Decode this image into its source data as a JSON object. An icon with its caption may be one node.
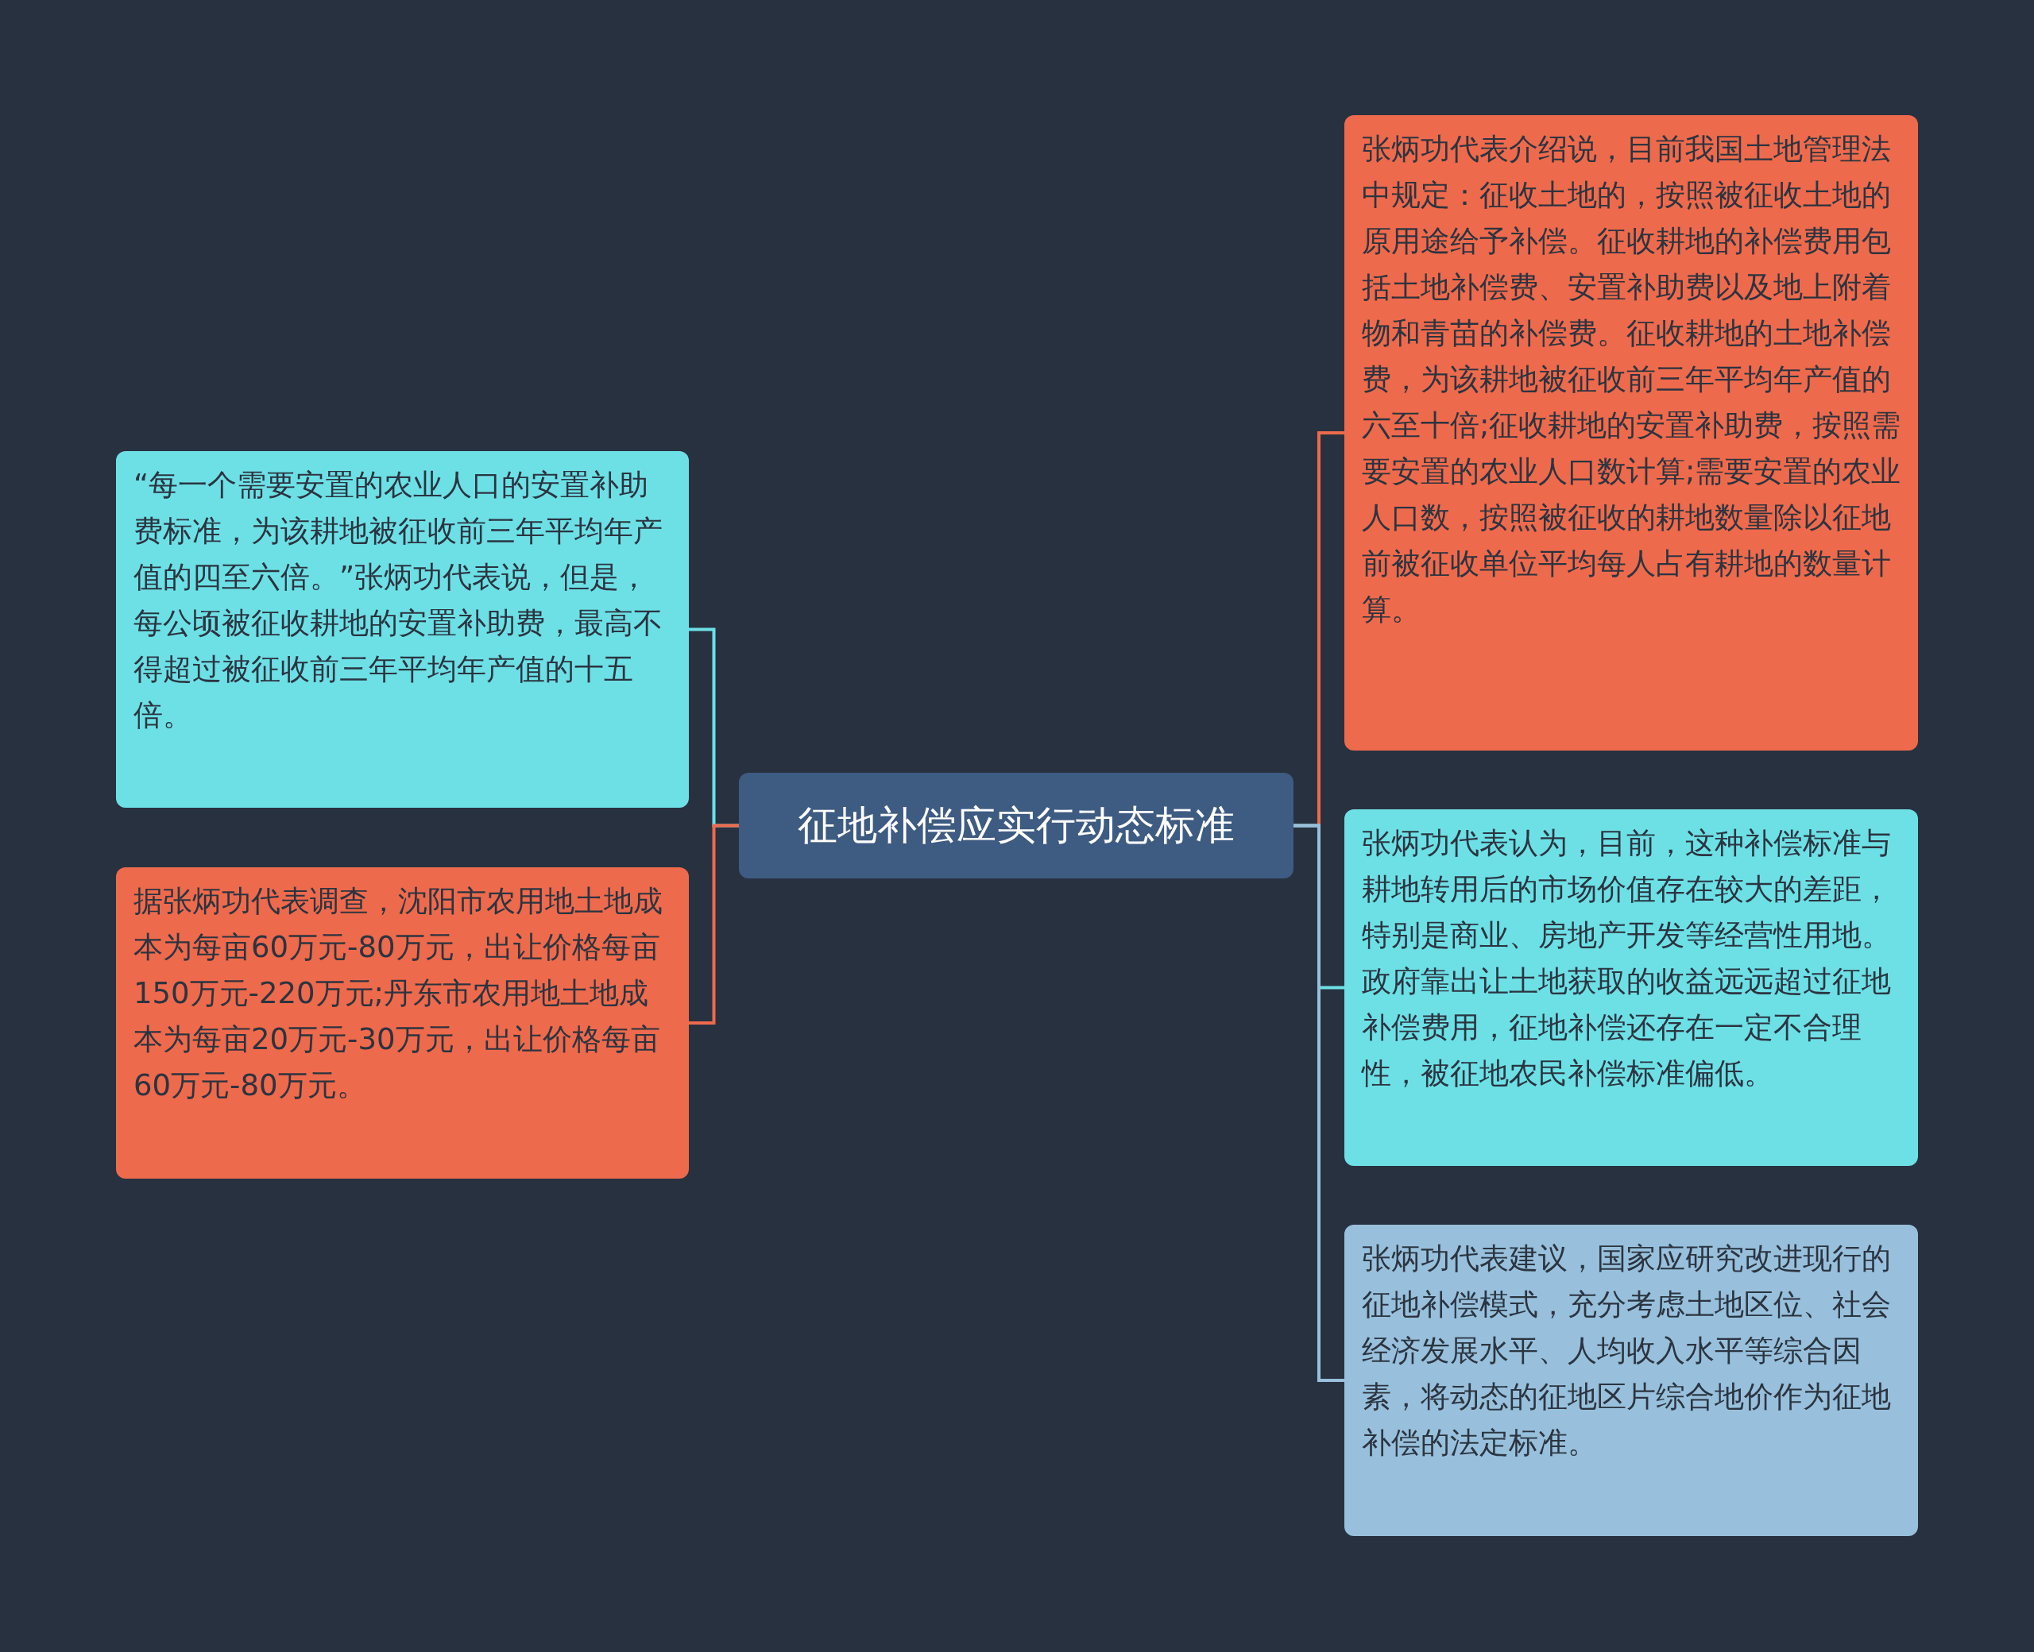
{
  "diagram": {
    "nodes": [
      {
        "text": [
          "征地补偿应实行动态标准"
        ]
      },
      {
        "text": [
          "“每一个需要安置的农业人口的安置补助费标准，为该耕地被征收前三年平均年产值的四至六倍。”张炳功代表说，但是，每公顷被征收耕地的安置补助费，最高不得超过被征收前三年平均年产值的十五倍。"
        ]
      },
      {
        "text": [
          "据张炳功代表调查，沈阳市农用地土地成本为每亩60万元-80万元，出让价格每亩150万元-220万元;丹东市农用地土地成本为每亩20万元-30万元，出让价格每亩60万元-80万元。"
        ]
      },
      {
        "text": [
          "张炳功代表介绍说，目前我国土地管理法中规定：征收土地的，按照被征收土地的原用途给予补偿。征收耕地的补偿费用包括土地补偿费、安置补助费以及地上附着物和青苗的补偿费。征收耕地的土地补偿费，为该耕地被征收前三年平均年产值的六至十倍;征收耕地的安置补助费，按照需要安置的农业人口数计算;需要安置的农业人口数，按照被征收的耕地数量除以征地前被征收单位平均每人占有耕地的数量计算。"
        ]
      },
      {
        "text": [
          "张炳功代表认为，目前，这种补偿标准与耕地转用后的市场价值存在较大的差距，特别是商业、房地产开发等经营性用地。政府靠出让土地获取的收益远远超过征地补偿费用，征地补偿还存在一定不合理性，被征地农民补偿标准偏低。"
        ]
      },
      {
        "text": [
          "张炳功代表建议，国家应研究改进现行的征地补偿模式，充分考虑土地区位、社会经济发展水平、人均收入水平等综合因素，将动态的征地区片综合地价作为征地补偿的法定标准。"
        ]
      }
    ],
    "edges": [
      {
        "from": 0,
        "to": 1,
        "arrow": "none",
        "color": "#6de0e6"
      },
      {
        "from": 0,
        "to": 2,
        "arrow": "none",
        "color": "#ee6a4c"
      },
      {
        "from": 0,
        "to": 3,
        "arrow": "none",
        "color": "#ee6a4c"
      },
      {
        "from": 0,
        "to": 4,
        "arrow": "none",
        "color": "#6de0e6"
      },
      {
        "from": 0,
        "to": 5,
        "arrow": "none",
        "color": "#98c0dc"
      }
    ]
  }
}
